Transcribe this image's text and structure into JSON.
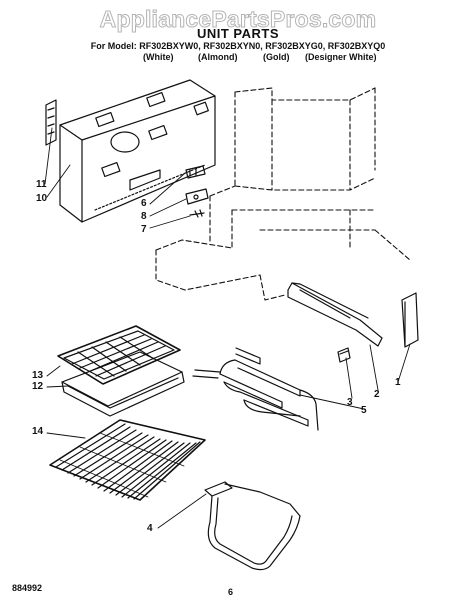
{
  "watermark": "AppliancePartsPros.com",
  "title": "UNIT PARTS",
  "models_line": "For Model: RF302BXYW0, RF302BXYN0, RF302BXYG0, RF302BXYQ0",
  "variants": [
    "(White)",
    "(Almond)",
    "(Gold)",
    "(Designer White)"
  ],
  "callouts": [
    "11",
    "10",
    "6",
    "8",
    "7",
    "13",
    "12",
    "14",
    "3",
    "2",
    "1",
    "5",
    "4"
  ],
  "footer": {
    "doc_number": "884992",
    "page_number": "6"
  }
}
